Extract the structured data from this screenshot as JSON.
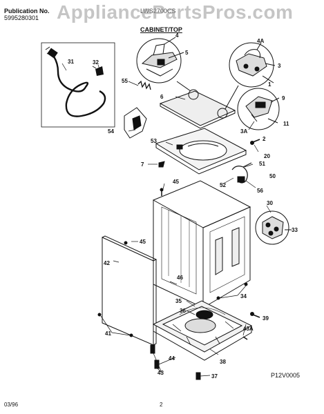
{
  "header": {
    "publication_label": "Publication No.",
    "publication_number": "5995280301",
    "model": "LWS2700CS",
    "section_title": "CABINET/TOP"
  },
  "watermark": "AppliancePartsPros.com",
  "part_labels": [
    "1",
    "2",
    "3",
    "3A",
    "4",
    "4A",
    "5",
    "6",
    "7",
    "9",
    "11",
    "20",
    "30",
    "31",
    "32",
    "33",
    "34",
    "35",
    "36",
    "37",
    "38",
    "39",
    "41",
    "42",
    "43",
    "43A",
    "44",
    "45",
    "46",
    "50",
    "51",
    "52",
    "53",
    "54",
    "55",
    "56"
  ],
  "diagram_code": "P12V0005",
  "footer": {
    "date": "03/96",
    "page": "2"
  }
}
